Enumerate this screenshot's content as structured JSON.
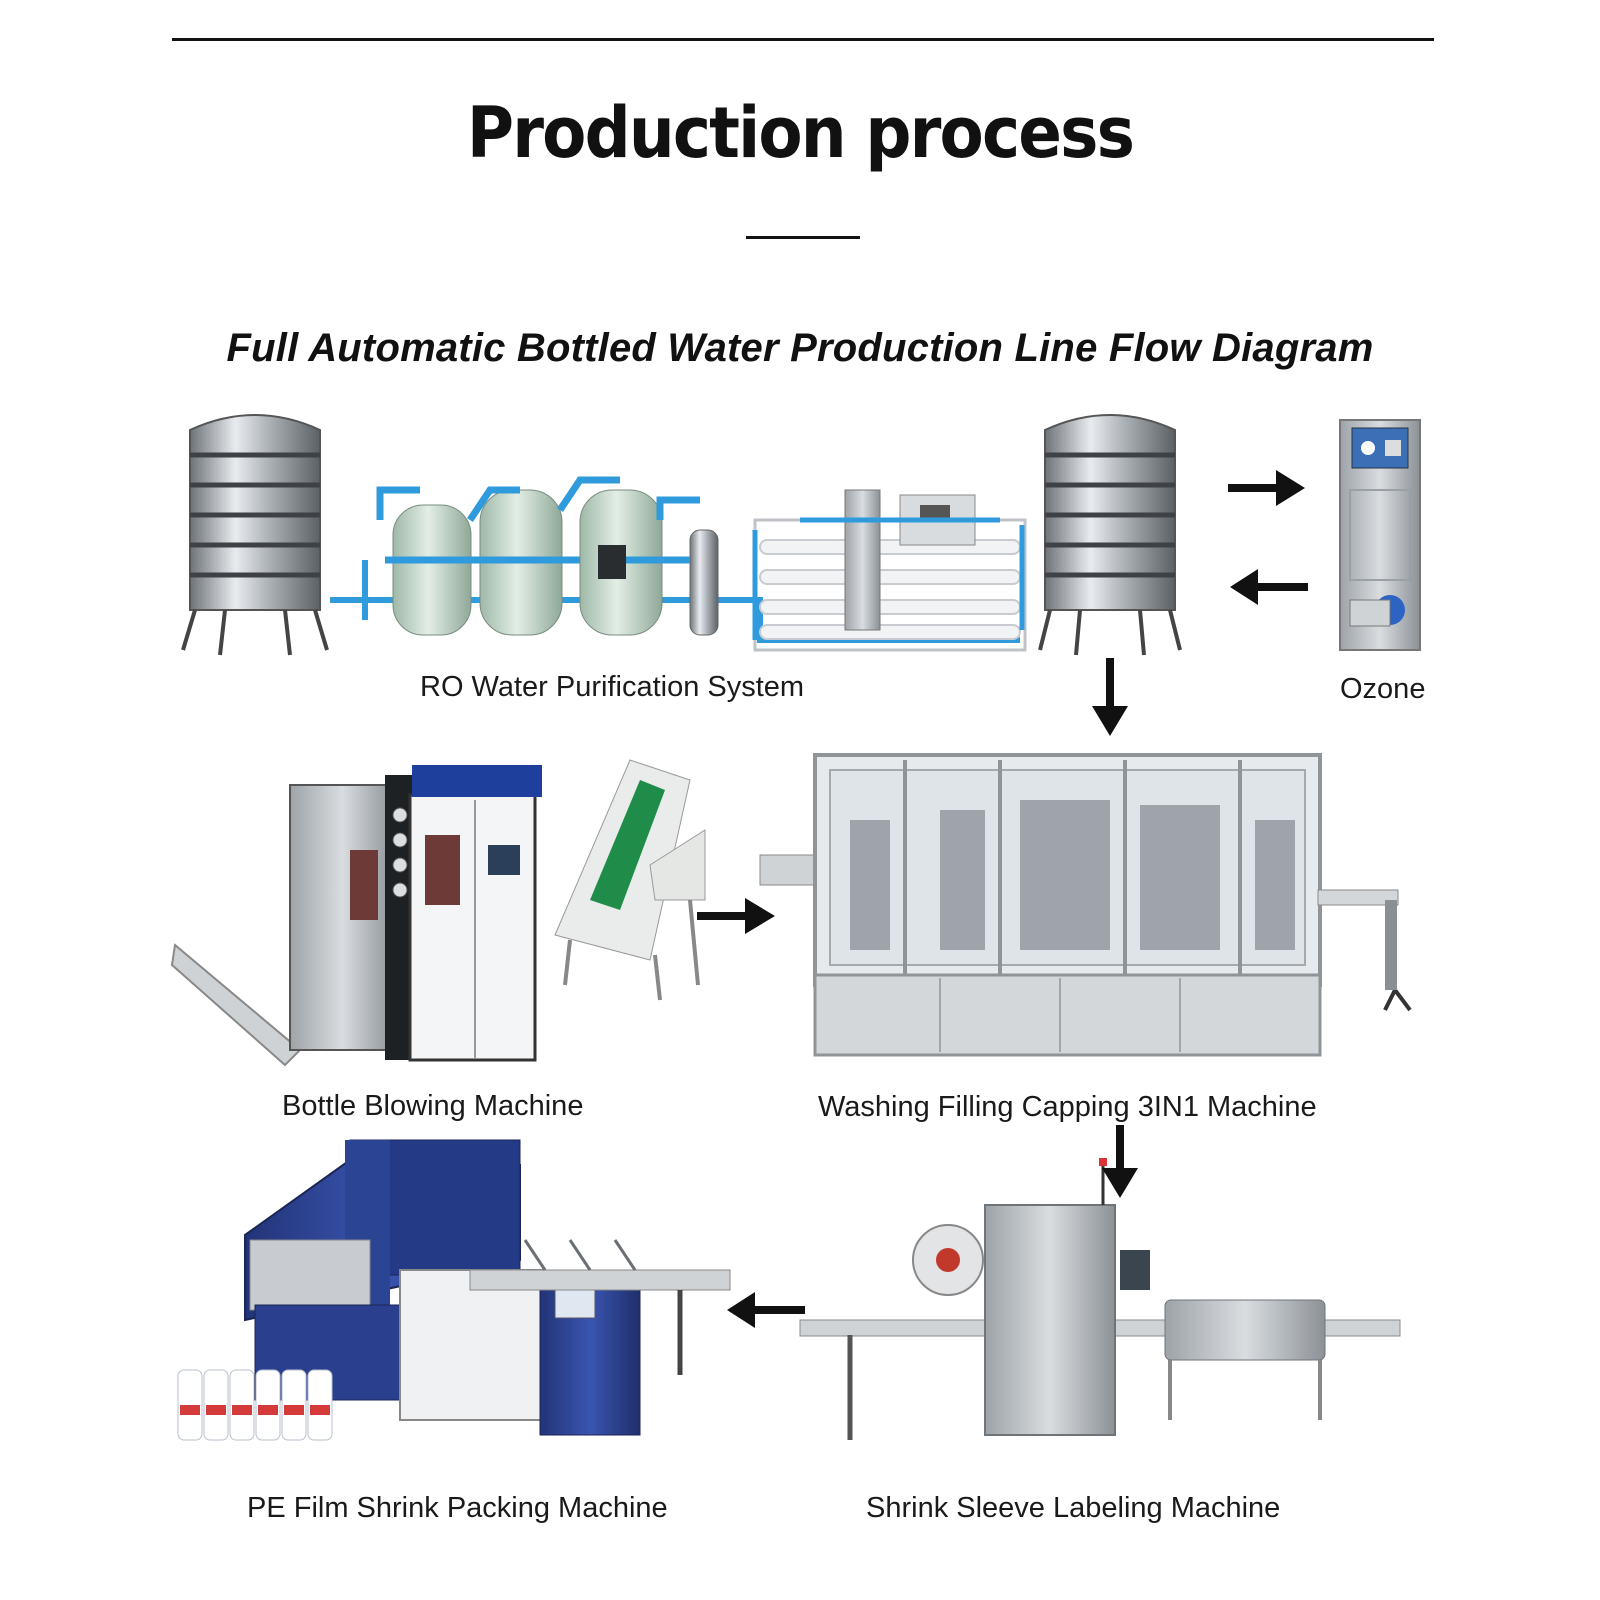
{
  "heading": "Production process",
  "subtitle": "Full Automatic Bottled Water Production Line Flow Diagram",
  "stations": {
    "ro": "RO Water Purification System",
    "ozone": "Ozone",
    "blowing": "Bottle Blowing Machine",
    "filling": "Washing Filling Capping 3IN1 Machine",
    "packing": "PE Film Shrink Packing Machine",
    "labeling": "Shrink Sleeve Labeling Machine"
  },
  "colors": {
    "ink": "#111111",
    "steel": "#b9bcc0",
    "blue_pipe": "#2f9bdc",
    "filter_tank": "#cfe3d6",
    "machine_blue": "#2b3f8f"
  }
}
